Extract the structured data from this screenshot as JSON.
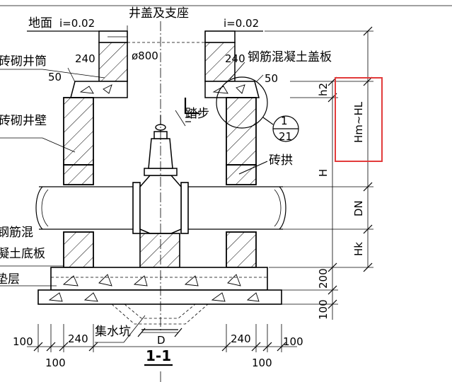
{
  "labels": {
    "ground": "地面",
    "slope_left": "i=0.02",
    "slope_right": "i=0.02",
    "cover_seat": "井盖及支座",
    "brick_shaft": "砖砌井筒",
    "rc_cover_slab": "钢筋混凝土盖板",
    "brick_wall": "砖砌井壁",
    "steps": "踏步",
    "brick_arch": "砖拱",
    "rc_base_line1": "钢筋混",
    "rc_base_line2": "凝土底板",
    "cushion": "垫层",
    "sump": "集水坑",
    "detail_num": "1",
    "detail_sheet": "21",
    "section_title": "1-1"
  },
  "dimensions": {
    "shaft_wall_left": "240",
    "shaft_dia": "ø800",
    "shaft_wall_right": "240",
    "ledge_left": "50",
    "ledge_right": "50",
    "h2": "h2",
    "hm_hl": "Hm~HL",
    "h": "H",
    "dn": "DN",
    "hk": "Hk",
    "base_thk": "200",
    "cushion_thk": "100",
    "bottom_100_a": "100",
    "bottom_240_a": "240",
    "bottom_100_b": "100",
    "bottom_240_b": "240",
    "bottom_100_c": "100",
    "bottom_100_d": "100",
    "sump_dia": "D"
  },
  "colors": {
    "ink": "#000000",
    "highlight": "#e23b3b",
    "paper": "#ffffff"
  }
}
